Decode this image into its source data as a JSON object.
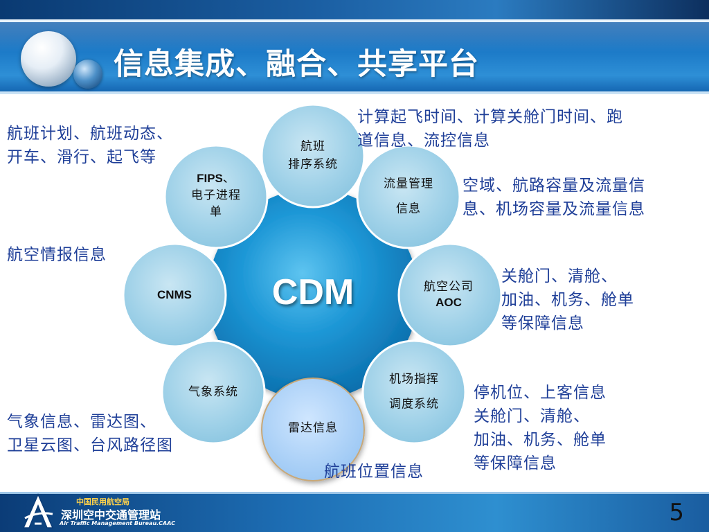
{
  "slide": {
    "title": "信息集成、融合、共享平台",
    "page_number": "5"
  },
  "footer": {
    "org_line1": "中国民用航空局",
    "org_line2": "深圳空中交通管理站",
    "org_en": "Air Traffic Management Bureau.CAAC"
  },
  "diagram": {
    "center": "CDM",
    "nodes": {
      "flight_scheduling": [
        "航班",
        "排序系统"
      ],
      "flow_management": [
        "流量管理",
        "信息"
      ],
      "airline_aoc": [
        "航空公司",
        "AOC"
      ],
      "airport_dispatch": [
        "机场指挥",
        "调度系统"
      ],
      "radar": [
        "雷达信息"
      ],
      "weather": [
        "气象系统"
      ],
      "cnms": [
        "CNMS"
      ],
      "fips": [
        "FIPS",
        "、",
        "电子进程",
        "单"
      ]
    },
    "notes": {
      "top_left": [
        "航班计划、航班动态、",
        "开车、滑行、起飞等"
      ],
      "top_right": [
        "计算起飞时间、计算关舱门时间、跑",
        "道信息、流控信息"
      ],
      "right_1": [
        "空域、航路容量及流量信",
        "息、机场容量及流量信息"
      ],
      "right_2": [
        "关舱门、清舱、",
        "加油、机务、舱单",
        "等保障信息"
      ],
      "right_3": [
        "停机位、上客信息",
        "关舱门、清舱、",
        "加油、机务、舱单",
        "等保障信息"
      ],
      "left_mid": [
        "航空情报信息"
      ],
      "left_bottom": [
        "气象信息、雷达图、",
        "卫星云图、台风路径图"
      ],
      "bottom": [
        "航班位置信息"
      ]
    }
  }
}
